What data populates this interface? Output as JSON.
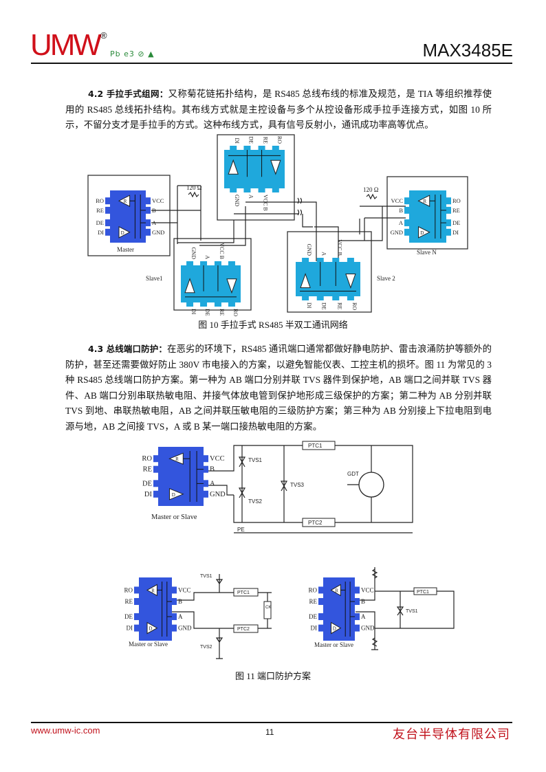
{
  "header": {
    "logo": "UMW",
    "registered": "®",
    "cert_icons": [
      "pb-free-icon",
      "e3-icon",
      "rohs-icon",
      "esd-icon"
    ],
    "cert_text": "Pb e3 ⊘ ▲",
    "model": "MAX3485E"
  },
  "section_42": {
    "heading": "4.2 手拉手式组网：",
    "text": "又称菊花链拓扑结构，是 RS485 总线布线的标准及规范，是 TIA 等组织推荐使用的 RS485 总线拓扑结构。其布线方式就是主控设备与多个从控设备形成手拉手连接方式，如图 10 所示，不留分支才是手拉手的方式。这种布线方式，具有信号反射小，通讯成功率高等优点。"
  },
  "figure10": {
    "caption": "图 10  手拉手式 RS485 半双工通讯网络",
    "resistor_left": "120 Ω",
    "resistor_right": "120 Ω",
    "master": {
      "name": "Master",
      "left_pins": [
        "RO",
        "RE",
        "DE",
        "DI"
      ],
      "right_pins": [
        "VCC",
        "B",
        "A",
        "GND"
      ]
    },
    "slave_top": {
      "top_pins": [
        "DI",
        "DE",
        "RE",
        "RO"
      ],
      "bottom_pins": [
        "GND",
        "A",
        "VCC B"
      ]
    },
    "slave1": {
      "name": "Slave1",
      "top_pins": [
        "GND",
        "A",
        "VCC B"
      ],
      "bottom_pins": [
        "DI",
        "DE",
        "RE",
        "RO"
      ]
    },
    "slave2": {
      "name": "Slave 2",
      "top_pins": [
        "GND",
        "A",
        "VCC B"
      ],
      "bottom_pins": [
        "DI",
        "DE",
        "RE",
        "RO"
      ]
    },
    "slaveN": {
      "name": "Slave N",
      "left_pins": [
        "VCC",
        "B",
        "A",
        "GND"
      ],
      "right_pins": [
        "RO",
        "RE",
        "DE",
        "DI"
      ]
    },
    "driver": "D",
    "receiver": "R"
  },
  "section_43": {
    "heading": "4.3 总线端口防护：",
    "text": "在恶劣的环境下，RS485 通讯端口通常都做好静电防护、雷击浪涌防护等额外的防护，甚至还需要做好防止 380V 市电接入的方案，以避免智能仪表、工控主机的损坏。图 11 为常见的 3 种 RS485 总线端口防护方案。第一种为 AB 端口分别并联 TVS 器件到保护地，AB 端口之间并联 TVS 器件、AB 端口分别串联热敏电阻、并接气体放电管到保护地形成三级保护的方案；第二种为 AB 分别并联 TVS 到地、串联热敏电阻，AB 之间并联压敏电阻的三级防护方案；第三种为 AB 分别接上下拉电阻到电源与地，AB 之间接 TVS，A 或 B 某一端口接热敏电阻的方案。"
  },
  "figure11": {
    "caption": "图 11  端口防护方案",
    "chip_label": "Master or Slave",
    "left_pins": [
      "RO",
      "RE",
      "DE",
      "DI"
    ],
    "right_pins": [
      "VCC",
      "B",
      "A",
      "GND"
    ],
    "scheme1": {
      "tvs1": "TVS1",
      "tvs2": "TVS2",
      "tvs3": "TVS3",
      "ptc1": "PTC1",
      "ptc2": "PTC2",
      "gdt": "GDT",
      "pe": "PE"
    },
    "scheme2": {
      "tvs1": "TVS1",
      "tvs2": "TVS2",
      "ptc1": "PTC1",
      "ptc2": "PTC2",
      "varistor": "CK"
    },
    "scheme3": {
      "ptc1": "PTC1",
      "tvs1": "TVS1"
    }
  },
  "footer": {
    "url": "www.umw-ic.com",
    "page": "11",
    "company": "友台半导体有限公司"
  },
  "colors": {
    "brand_red": "#d0101a",
    "chip_blue": "#3355dd",
    "chip_cyan": "#1fa8dc"
  }
}
